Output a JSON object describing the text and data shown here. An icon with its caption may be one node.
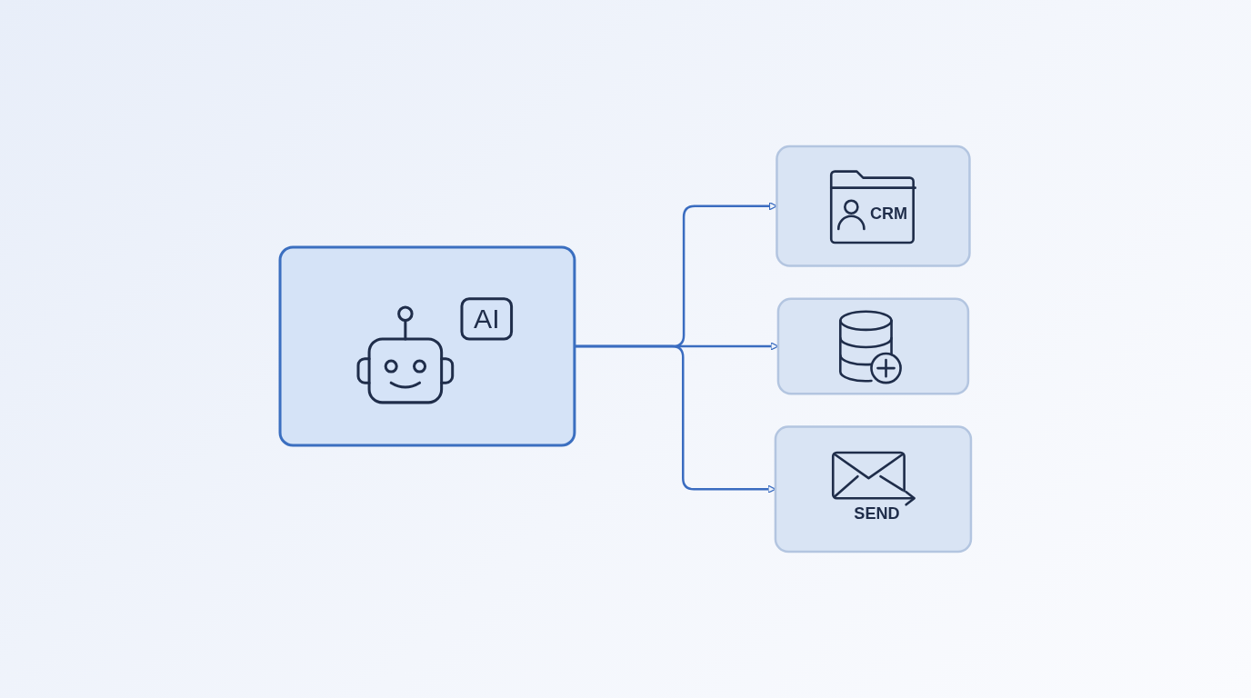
{
  "diagram": {
    "nodes": [
      {
        "text": [
          "AI"
        ]
      },
      {
        "text": [
          "CRM"
        ]
      },
      {
        "text": [],
        "shape": "box"
      },
      {
        "text": [
          "SEND"
        ]
      }
    ],
    "edges": [
      {
        "from": 0,
        "to": 1,
        "arrow": "to"
      },
      {
        "from": 0,
        "to": 2,
        "arrow": "to"
      },
      {
        "from": 0,
        "to": 3,
        "arrow": "to"
      }
    ]
  }
}
